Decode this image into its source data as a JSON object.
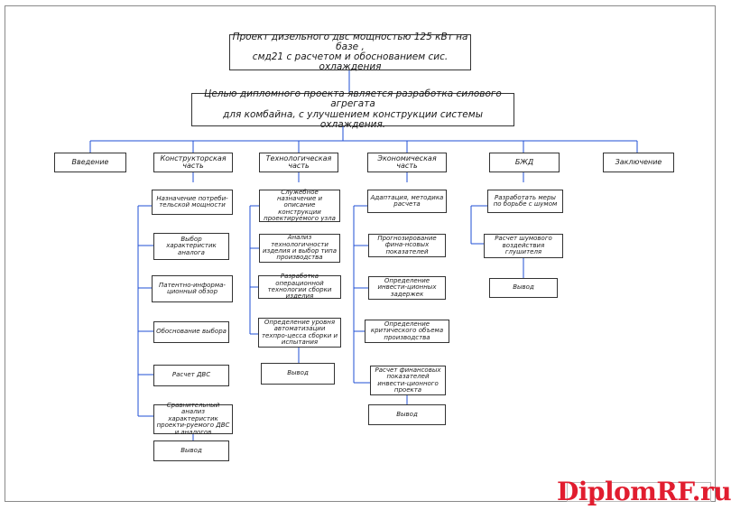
{
  "title": "Проект дизельного двс мощностью 125 кВт на базе , смд21 с расчетом и обоснованием сис. охлаждения",
  "title_lines": [
    "Проект дизельного двс мощностью 125 кВт на базе ,",
    "смд21 с расчетом и обоснованием сис. охлаждения"
  ],
  "goal_lines": [
    "Целью дипломного проекта является разработка силового агрегата",
    "для комбайна, с улучшением конструкции системы охлаждения."
  ],
  "sections": [
    {
      "label": "Введение"
    },
    {
      "label": "Конструкторская часть"
    },
    {
      "label": "Технологическая часть"
    },
    {
      "label": "Экономическая часть"
    },
    {
      "label": "БЖД"
    },
    {
      "label": "Заключение"
    }
  ],
  "design_items": [
    {
      "label": "Назначение потреби-тельской мощности"
    },
    {
      "label": "Выбор характеристик аналога"
    },
    {
      "label": "Патентно-информа-ционный обзор"
    },
    {
      "label": "Обоснование выбора"
    },
    {
      "label": "Расчет ДВС"
    },
    {
      "label": "Сравнительный анализ характеристик проекти-руемого ДВС и аналогов"
    },
    {
      "label": "Вывод"
    }
  ],
  "tech_items": [
    {
      "label": "Служебное назначение и описание конструкции проектируемого узла"
    },
    {
      "label": "Анализ технологичности изделия и выбор типа производства"
    },
    {
      "label": "Разработка операционной технологии сборки изделия"
    },
    {
      "label": "Определение уровня автоматизации техпро-цесса сборки и испытания"
    },
    {
      "label": "Вывод"
    }
  ],
  "econ_items": [
    {
      "label": "Адаптация, методика расчета"
    },
    {
      "label": "Прогнозирование фина-нсовых показателей"
    },
    {
      "label": "Определение инвести-ционных задержек"
    },
    {
      "label": "Определение критического объема производства"
    },
    {
      "label": "Расчет финансовых показателей инвести-ционного проекта"
    },
    {
      "label": "Вывод"
    }
  ],
  "safety_items": [
    {
      "label": "Разработать меры по борьбе с шумом"
    },
    {
      "label": "Расчет шумового воздействия глушителя"
    },
    {
      "label": "Вывод"
    }
  ],
  "watermark": "DiplomRF.ru",
  "colors": {
    "line": "#1f4fd6",
    "border": "#333333",
    "watermark": "#e11d2f"
  }
}
